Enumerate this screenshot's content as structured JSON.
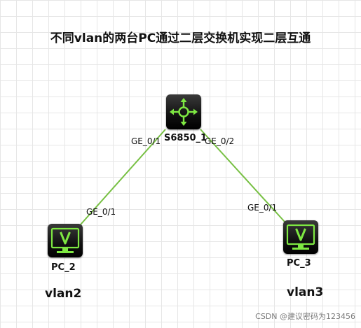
{
  "title": "不同vlan的两台PC通过二层交换机实现二层互通",
  "nodes": {
    "switch": {
      "name": "S6850_1",
      "icon": "switch-icon"
    },
    "pc2": {
      "name": "PC_2",
      "icon": "monitor-icon",
      "vlan": "vlan2"
    },
    "pc3": {
      "name": "PC_3",
      "icon": "monitor-icon",
      "vlan": "vlan3"
    }
  },
  "links": [
    {
      "from_port": "GE_0/1",
      "to_port": "GE_0/1"
    },
    {
      "from_port": "GE_0/2",
      "to_port": "GE_0/1"
    }
  ],
  "watermark": "CSDN @建议密码为123456",
  "colors": {
    "link": "#77c043",
    "icon_green": "#7ee842",
    "device_bg": "#1a1a1a"
  }
}
